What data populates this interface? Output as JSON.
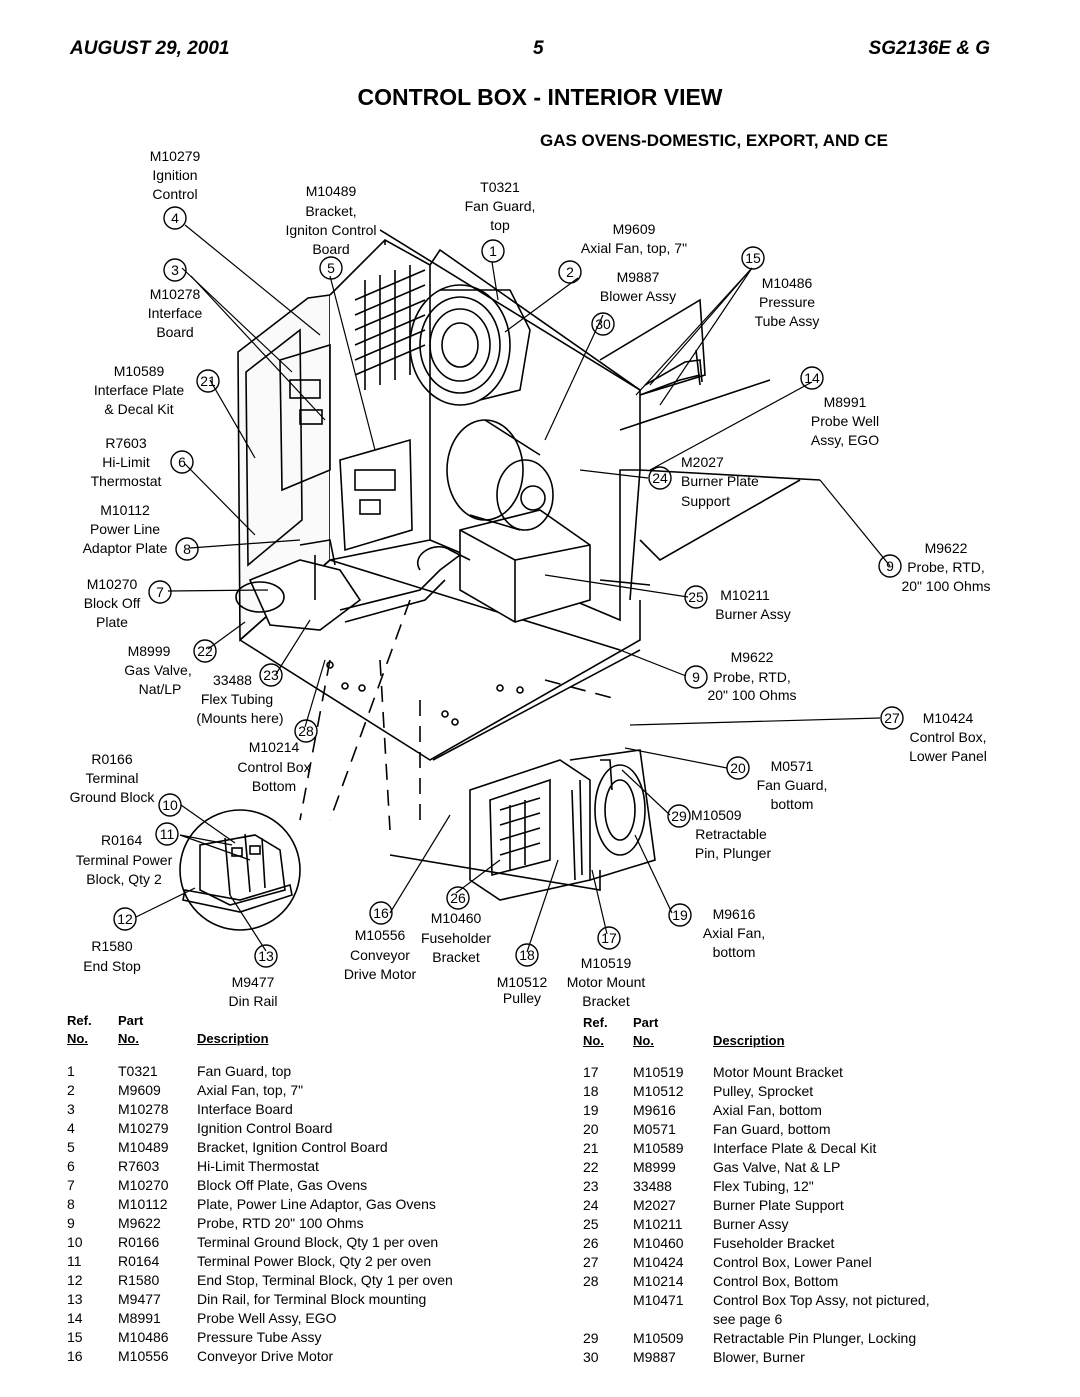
{
  "header": {
    "date": "AUGUST 29, 2001",
    "page": "5",
    "model": "SG2136E & G"
  },
  "title": "CONTROL BOX - INTERIOR VIEW",
  "subtitle": "GAS OVENS-DOMESTIC, EXPORT, AND CE",
  "callouts": {
    "c1": [
      "T0321",
      "Fan Guard,",
      "top"
    ],
    "c2": [
      "M9609",
      "Axial Fan, top, 7\""
    ],
    "c30": [
      "M9887",
      "Blower Assy"
    ],
    "c15": [
      "M10486",
      "Pressure",
      "Tube Assy"
    ],
    "c14": [
      "M8991",
      "Probe Well",
      "Assy, EGO"
    ],
    "c24": [
      "M2027",
      "Burner Plate",
      "Support"
    ],
    "c9a": [
      "M9622",
      "Probe, RTD,",
      "20\" 100 Ohms"
    ],
    "c25": [
      "M10211",
      "Burner Assy"
    ],
    "c9b": [
      "M9622",
      "Probe, RTD,",
      "20\" 100 Ohms"
    ],
    "c27": [
      "M10424",
      "Control Box,",
      "Lower Panel"
    ],
    "c20": [
      "M0571",
      "Fan Guard,",
      "bottom"
    ],
    "c29": [
      "M10509",
      "Retractable",
      "Pin, Plunger"
    ],
    "c19": [
      "M9616",
      "Axial Fan,",
      "bottom"
    ],
    "c17": [
      "M10519",
      "Motor Mount",
      "Bracket"
    ],
    "c18": [
      "M10512",
      "Pulley"
    ],
    "c26": [
      "M10460",
      "Fuseholder",
      "Bracket"
    ],
    "c16": [
      "M10556",
      "Conveyor",
      "Drive Motor"
    ],
    "c13": [
      "M9477",
      "Din Rail"
    ],
    "c12": [
      "R1580",
      "End Stop"
    ],
    "c11": [
      "R0164",
      "Terminal Power",
      "Block, Qty 2"
    ],
    "c10": [
      "R0166",
      "Terminal",
      "Ground Block"
    ],
    "c28": [
      "M10214",
      "Control Box",
      "Bottom"
    ],
    "c23": [
      "33488",
      "Flex Tubing",
      "(Mounts here)"
    ],
    "c22": [
      "M8999",
      "Gas Valve,",
      "Nat/LP"
    ],
    "c7": [
      "M10270",
      "Block Off",
      "Plate"
    ],
    "c8": [
      "M10112",
      "Power Line",
      "Adaptor Plate"
    ],
    "c6": [
      "R7603",
      "Hi-Limit",
      "Thermostat"
    ],
    "c21": [
      "M10589",
      "Interface Plate",
      "& Decal Kit"
    ],
    "c3": [
      "M10278",
      "Interface",
      "Board"
    ],
    "c4": [
      "M10279",
      "Ignition",
      "Control"
    ],
    "c5": [
      "M10489",
      "Bracket,",
      "Igniton Control",
      "Board"
    ]
  },
  "table_headers": {
    "ref_top": "Ref.",
    "ref_bottom": "No.",
    "part_top": "Part",
    "part_bottom": "No.",
    "description": "Description"
  },
  "parts_left": [
    {
      "ref": "1",
      "part": "T0321",
      "desc": "Fan Guard, top"
    },
    {
      "ref": "2",
      "part": "M9609",
      "desc": "Axial Fan, top, 7\""
    },
    {
      "ref": "3",
      "part": "M10278",
      "desc": "Interface Board"
    },
    {
      "ref": "4",
      "part": "M10279",
      "desc": "Ignition Control Board"
    },
    {
      "ref": "5",
      "part": "M10489",
      "desc": "Bracket, Ignition Control Board"
    },
    {
      "ref": "6",
      "part": "R7603",
      "desc": "Hi-Limit Thermostat"
    },
    {
      "ref": "7",
      "part": "M10270",
      "desc": "Block Off Plate, Gas Ovens"
    },
    {
      "ref": "8",
      "part": "M10112",
      "desc": "Plate, Power Line Adaptor, Gas Ovens"
    },
    {
      "ref": "9",
      "part": "M9622",
      "desc": "Probe, RTD 20\" 100 Ohms"
    },
    {
      "ref": "10",
      "part": "R0166",
      "desc": "Terminal Ground Block, Qty 1 per oven"
    },
    {
      "ref": "11",
      "part": "R0164",
      "desc": "Terminal Power Block, Qty 2 per oven"
    },
    {
      "ref": "12",
      "part": "R1580",
      "desc": "End Stop, Terminal Block, Qty 1 per oven"
    },
    {
      "ref": "13",
      "part": "M9477",
      "desc": "Din Rail, for Terminal Block mounting"
    },
    {
      "ref": "14",
      "part": "M8991",
      "desc": "Probe Well Assy, EGO"
    },
    {
      "ref": "15",
      "part": "M10486",
      "desc": "Pressure Tube Assy"
    },
    {
      "ref": "16",
      "part": "M10556",
      "desc": "Conveyor Drive Motor"
    }
  ],
  "parts_right": [
    {
      "ref": "17",
      "part": "M10519",
      "desc": "Motor Mount Bracket"
    },
    {
      "ref": "18",
      "part": "M10512",
      "desc": "Pulley, Sprocket"
    },
    {
      "ref": "19",
      "part": "M9616",
      "desc": "Axial Fan, bottom"
    },
    {
      "ref": "20",
      "part": "M0571",
      "desc": "Fan Guard, bottom"
    },
    {
      "ref": "21",
      "part": "M10589",
      "desc": "Interface Plate & Decal Kit"
    },
    {
      "ref": "22",
      "part": "M8999",
      "desc": "Gas Valve, Nat & LP"
    },
    {
      "ref": "23",
      "part": "33488",
      "desc": "Flex Tubing, 12\""
    },
    {
      "ref": "24",
      "part": "M2027",
      "desc": "Burner Plate Support"
    },
    {
      "ref": "25",
      "part": "M10211",
      "desc": "Burner Assy"
    },
    {
      "ref": "26",
      "part": "M10460",
      "desc": "Fuseholder Bracket"
    },
    {
      "ref": "27",
      "part": "M10424",
      "desc": "Control Box, Lower Panel"
    },
    {
      "ref": "28",
      "part": "M10214",
      "desc": "Control Box, Bottom"
    },
    {
      "ref": "",
      "part": "M10471",
      "desc": "Control Box Top Assy, not pictured,"
    },
    {
      "ref": "",
      "part": "",
      "desc": "see page 6"
    },
    {
      "ref": "29",
      "part": "M10509",
      "desc": "Retractable Pin Plunger, Locking"
    },
    {
      "ref": "30",
      "part": "M9887",
      "desc": "Blower, Burner"
    }
  ]
}
